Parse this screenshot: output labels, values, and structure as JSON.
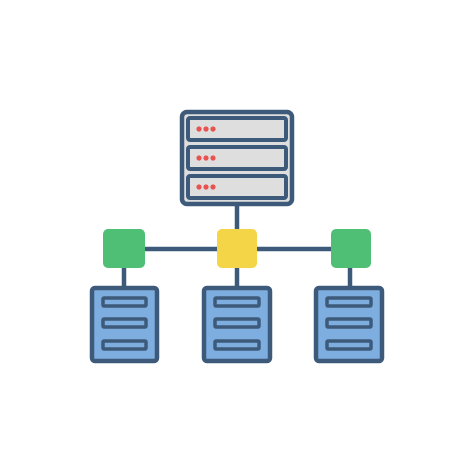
{
  "diagram": {
    "icon_name": "network-server-icon",
    "colors": {
      "outline": "#3d5a7a",
      "main_server_fill": "#dedede",
      "led": "#e8524f",
      "switch": "#f4d548",
      "node": "#4fbf75",
      "sub_server_fill": "#7eaee0",
      "background": "#ffffff"
    },
    "main_server": {
      "name": "main-server",
      "units": 3,
      "leds_per_unit": 3
    },
    "switch": {
      "name": "network-switch"
    },
    "nodes": [
      {
        "name": "left-node"
      },
      {
        "name": "right-node"
      }
    ],
    "sub_servers": [
      {
        "name": "left-server",
        "units": 3
      },
      {
        "name": "center-server",
        "units": 3
      },
      {
        "name": "right-server",
        "units": 3
      }
    ]
  }
}
